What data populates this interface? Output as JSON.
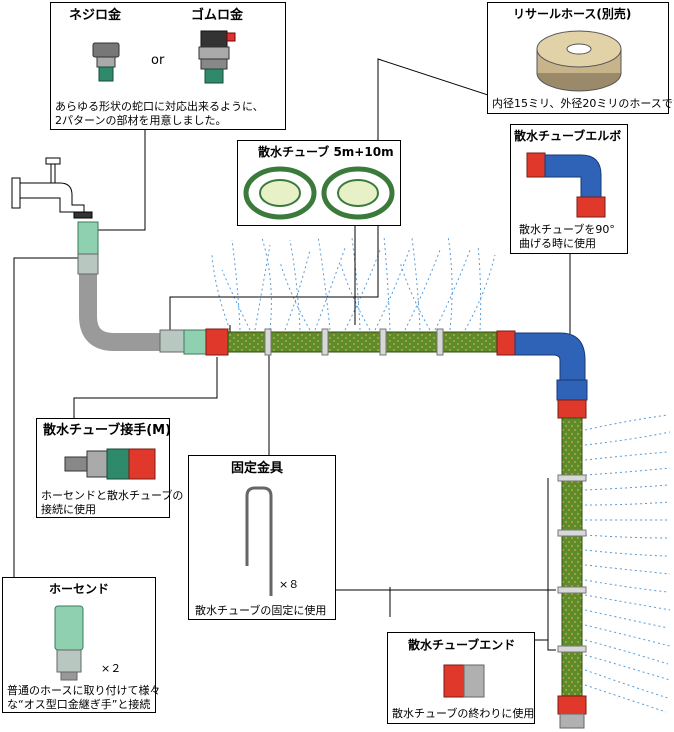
{
  "colors": {
    "tube_green": "#5e8c2a",
    "tube_dot": "#c8b24a",
    "connector_red": "#e0392b",
    "elbow_blue": "#2f63b8",
    "hose_grey": "#9a9a9a",
    "joint_mint": "#8fd0b0",
    "spray_blue": "#3a8ad0",
    "line": "#000000"
  },
  "faucet_box": {
    "label_nejiro": "ネジロ金",
    "label_gomuro": "ゴムロ金",
    "or_text": "or",
    "desc_line1": "あらゆる形状の蛇口に対応出来るように、",
    "desc_line2": "2パターンの部材を用意しました。"
  },
  "reel_box": {
    "title": "リサールホース(別売)",
    "desc": "内径15ミリ、外径20ミリのホースです"
  },
  "tube_box": {
    "title": "散水チューブ 5m+10m"
  },
  "elbow_box": {
    "title": "散水チューブエルボ",
    "desc_line1": "散水チューブを90°",
    "desc_line2": "曲げる時に使用"
  },
  "joint_box": {
    "title": "散水チューブ接手(M)",
    "desc_line1": "ホーセンドと散水チューブの",
    "desc_line2": "接続に使用"
  },
  "stake_box": {
    "title": "固定金具",
    "qty": "×８",
    "desc": "散水チューブの固定に使用"
  },
  "hosend_box": {
    "title": "ホーセンド",
    "qty": "×２",
    "desc_line1": "普通のホースに取り付けて様々",
    "desc_line2": "な“オス型口金継ぎ手”と接続"
  },
  "end_box": {
    "title": "散水チューブエンド",
    "desc": "散水チューブの終わりに使用"
  }
}
